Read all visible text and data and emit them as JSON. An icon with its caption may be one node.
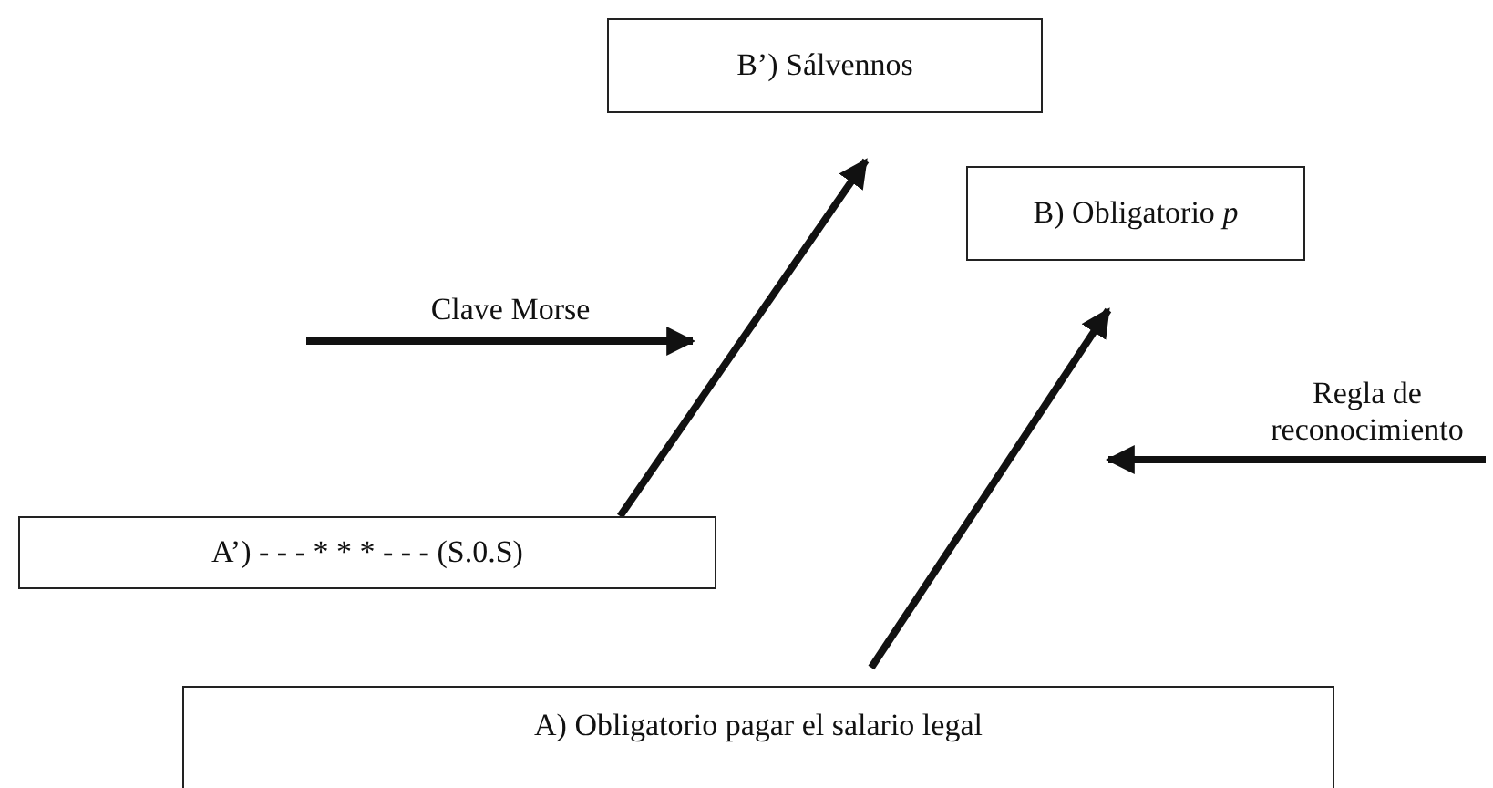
{
  "diagram": {
    "nodes": [
      {
        "text": [
          "B’) Sálvennos"
        ]
      },
      {
        "text": [
          "B) Obligatorio *p*"
        ]
      },
      {
        "text": [
          "A’) - - - * * * - - - (S.0.S)"
        ]
      },
      {
        "text": [
          "A) Obligatorio pagar el salario legal"
        ]
      }
    ],
    "edges": [
      {
        "from": 2,
        "to": 0,
        "arrow": "to"
      },
      {
        "from": 3,
        "to": 1,
        "arrow": "to"
      }
    ],
    "labels": [
      "Clave Morse",
      "Regla de reconocimiento"
    ]
  }
}
